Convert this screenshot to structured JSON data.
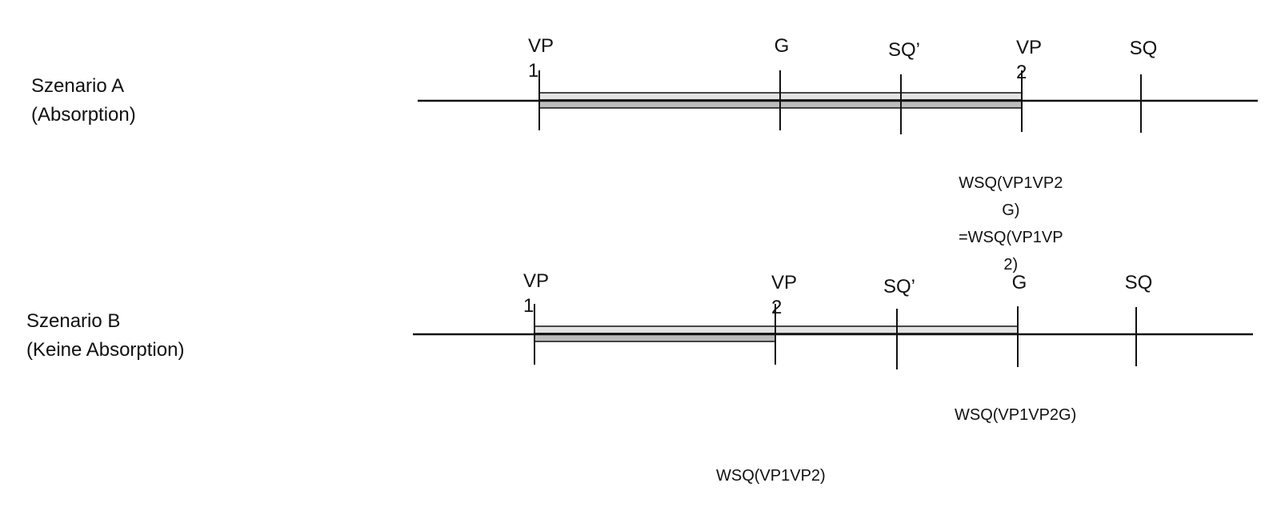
{
  "scenario_a": {
    "label_line1": "Szenario A",
    "label_line2": "(Absorption)",
    "markers": {
      "vp1": {
        "main": "VP",
        "sub": "1"
      },
      "g": {
        "main": "G"
      },
      "sq_prime": {
        "main": "SQ’"
      },
      "vp2": {
        "main": "VP",
        "sub": "2"
      },
      "sq": {
        "main": "SQ"
      }
    },
    "annotation": {
      "line1": "WSQ(VP1VP2",
      "line2": "G)",
      "line3": "=WSQ(VP1VP",
      "line4": "2)"
    }
  },
  "scenario_b": {
    "label_line1": "Szenario B",
    "label_line2": "(Keine Absorption)",
    "markers": {
      "vp1": {
        "main": "VP",
        "sub": "1"
      },
      "vp2": {
        "main": "VP",
        "sub": "2"
      },
      "sq_prime": {
        "main": "SQ’"
      },
      "g": {
        "main": "G"
      },
      "sq": {
        "main": "SQ"
      }
    },
    "annotation_upper": "WSQ(VP1VP2G)",
    "annotation_lower": "WSQ(VP1VP2)"
  },
  "colors": {
    "line": "#111111",
    "bar_light": "#e3e3e3",
    "bar_dark": "#bdbdbd"
  }
}
